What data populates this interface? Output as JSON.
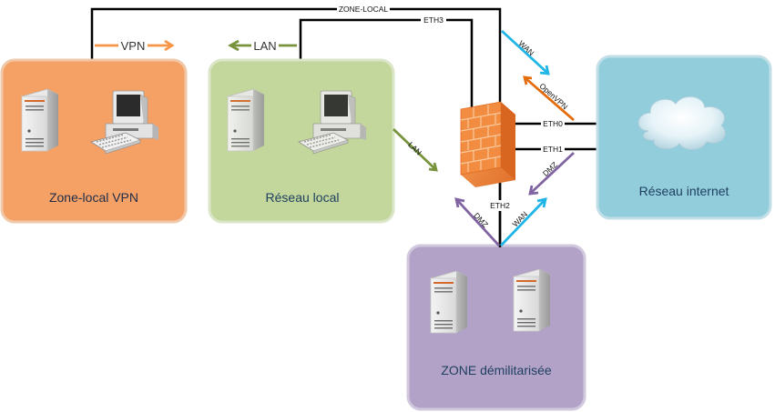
{
  "zones": {
    "vpn": {
      "label": "Zone-local VPN",
      "fill": "#f5a165",
      "stroke": "#f0c8a8",
      "text_color": "#1f2d4a"
    },
    "lan": {
      "label": "Réseau local",
      "fill": "#c3d69b",
      "stroke": "#dbe5c8",
      "text_color": "#1f4060"
    },
    "internet": {
      "label": "Réseau internet",
      "fill": "#92cddc",
      "stroke": "#c2dfe8",
      "text_color": "#1f4060"
    },
    "dmz": {
      "label": "ZONE démilitarisée",
      "fill": "#b3a2c7",
      "stroke": "#d2c9de",
      "text_color": "#1f4060"
    }
  },
  "links": {
    "zone_local": "ZONE-LOCAL",
    "eth3": "ETH3",
    "eth0": "ETH0",
    "eth1": "ETH1",
    "eth2": "ETH2"
  },
  "arrows": {
    "vpn": "VPN",
    "lan_top": "LAN",
    "lan_diag": "LAN",
    "wan_top": "WAN",
    "openvpn": "OpenVPN",
    "dmz_right": "DMZ",
    "dmz_bottom": "DMZ",
    "wan_bottom": "WAN"
  },
  "colors": {
    "line": "#000000",
    "vpn_arrow": "#f79646",
    "lan_arrow": "#77933c",
    "wan_arrow": "#1fb5e6",
    "openvpn_arrow": "#e46c0a",
    "dmz_arrow": "#8064a2",
    "firewall": "#f0843c"
  },
  "icons": [
    "server-icon",
    "workstation-icon",
    "firewall-icon",
    "cloud-icon"
  ]
}
